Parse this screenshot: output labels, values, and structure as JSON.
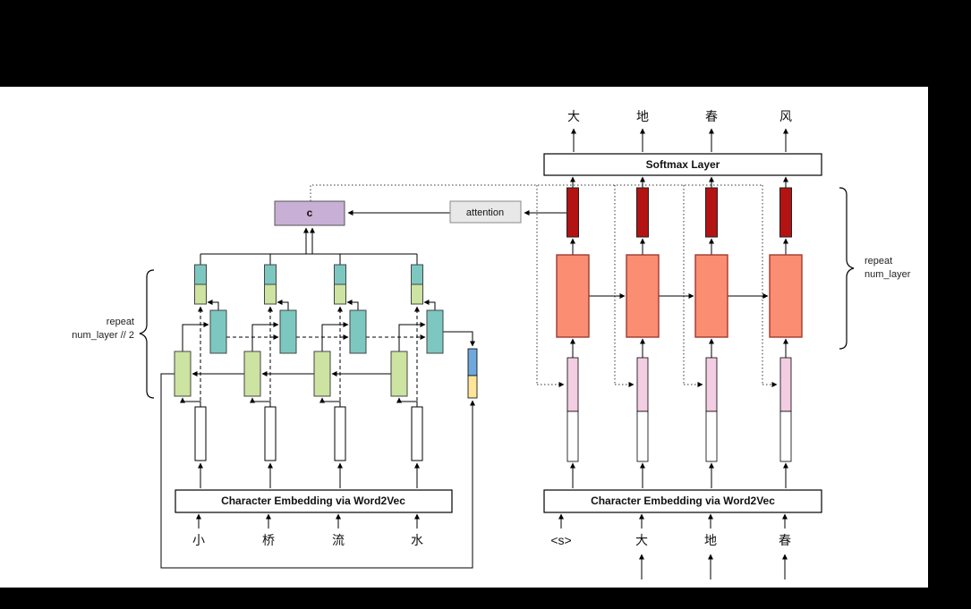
{
  "encoder": {
    "embedding_box_label": "Character Embedding via Word2Vec",
    "input_chars": [
      "小",
      "桥",
      "流",
      "水"
    ],
    "repeat_label_line1": "repeat",
    "repeat_label_line2": "num_layer // 2"
  },
  "decoder": {
    "softmax_label": "Softmax Layer",
    "embedding_box_label": "Character Embedding via Word2Vec",
    "input_chars": [
      "<s>",
      "大",
      "地",
      "春"
    ],
    "output_chars": [
      "大",
      "地",
      "春",
      "风"
    ],
    "repeat_label_line1": "repeat",
    "repeat_label_line2": "num_layer"
  },
  "context": {
    "label": "c"
  },
  "attention": {
    "label": "attention"
  },
  "colors": {
    "encoder_layer1_cell": "#cde3a1",
    "encoder_layer2_cell": "#7dc7c1",
    "context_box": "#c8afd5",
    "attention_box": "#e8e8e8",
    "decoder_cell": "#fa8d72",
    "decoder_output_state": "#b31312",
    "decoder_embedding_top": "#f3cde2",
    "embedding_bar": "#ffffff",
    "init_state_top": "#6fa8dc",
    "init_state_bottom": "#ffe599",
    "background": "#000000",
    "canvas": "#ffffff"
  }
}
